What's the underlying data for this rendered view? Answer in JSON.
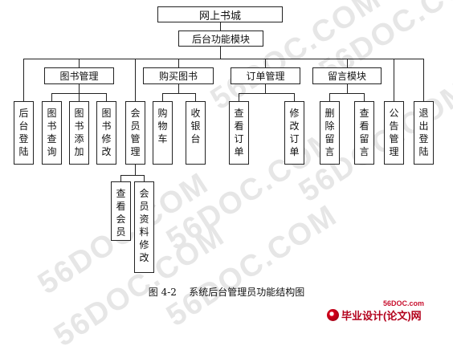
{
  "diagram": {
    "root": "网上书城",
    "module": "后台功能模块",
    "groups": {
      "books": "图书管理",
      "purchase": "购买图书",
      "orders": "订单管理",
      "messages": "留言模块"
    },
    "leaves": {
      "login": "后台登陆",
      "book_query": "图书查询",
      "book_add": "图书添加",
      "book_edit": "图书修改",
      "member_mgmt": "会员管理",
      "cart": "购物车",
      "checkout": "收银台",
      "view_orders": "查看订单",
      "edit_orders": "修改订单",
      "delete_msg": "删除留言",
      "view_msg": "查看留言",
      "notice_mgmt": "公告管理",
      "logout": "退出登陆",
      "view_member": "查看会员",
      "edit_member": "会员资料修改"
    }
  },
  "caption": "图 4-2    系统后台管理员功能结构图",
  "watermark": "56DOC.COM",
  "logo": {
    "small": "56DOC.com",
    "main": "毕业设计(论文)网"
  },
  "colors": {
    "line": "#222222",
    "watermark": "#e6e6e6",
    "logo": "#b3001b"
  }
}
